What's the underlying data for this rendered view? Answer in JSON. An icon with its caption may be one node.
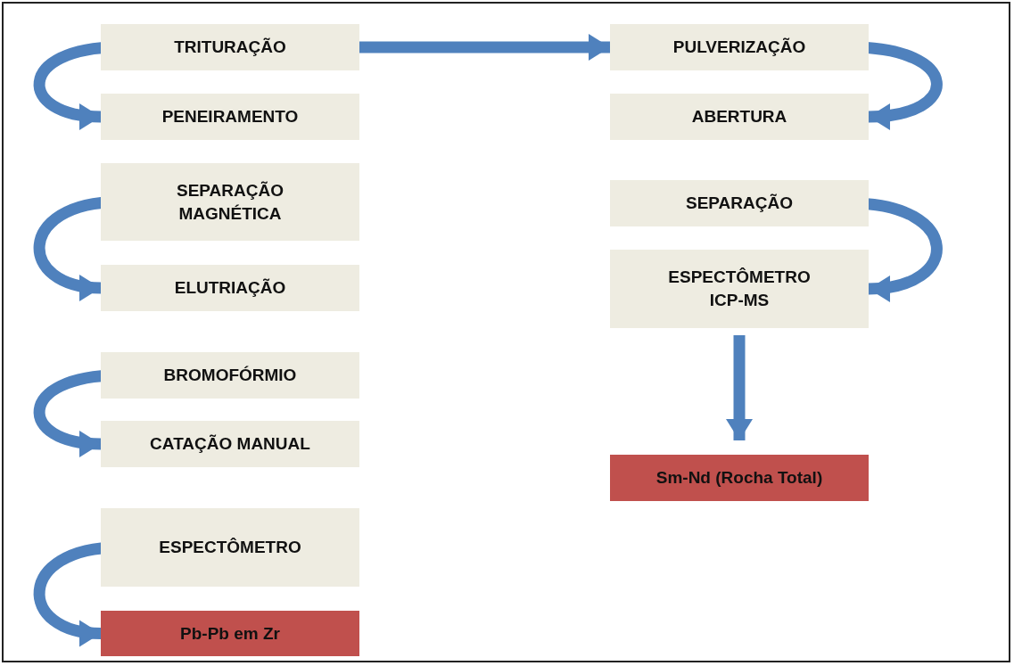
{
  "diagram": {
    "nodes": [
      {
        "text": [
          "TRITURAÇÃO"
        ]
      },
      {
        "text": [
          "PENEIRAMENTO"
        ]
      },
      {
        "text": [
          "SEPARAÇÃO MAGNÉTICA"
        ]
      },
      {
        "text": [
          "ELUTRIAÇÃO"
        ]
      },
      {
        "text": [
          "BROMOFÓRMIO"
        ]
      },
      {
        "text": [
          "CATAÇÃO MANUAL"
        ]
      },
      {
        "text": [
          "ESPECTÔMETRO"
        ]
      },
      {
        "text": [
          "Pb-Pb em Zr"
        ]
      },
      {
        "text": [
          "PULVERIZAÇÃO"
        ]
      },
      {
        "text": [
          "ABERTURA"
        ]
      },
      {
        "text": [
          "SEPARAÇÃO"
        ]
      },
      {
        "text": [
          "ESPECTÔMETRO ICP-MS"
        ]
      },
      {
        "text": [
          "Sm-Nd (Rocha Total)"
        ]
      }
    ],
    "edges": [
      {
        "from": 0,
        "to": 1,
        "arrow": "to"
      },
      {
        "from": 2,
        "to": 3,
        "arrow": "to"
      },
      {
        "from": 4,
        "to": 5,
        "arrow": "to"
      },
      {
        "from": 6,
        "to": 7,
        "arrow": "to"
      },
      {
        "from": 0,
        "to": 8,
        "arrow": "to"
      },
      {
        "from": 8,
        "to": 9,
        "arrow": "to"
      },
      {
        "from": 10,
        "to": 11,
        "arrow": "to"
      },
      {
        "from": 11,
        "to": 12,
        "arrow": "to"
      }
    ]
  }
}
